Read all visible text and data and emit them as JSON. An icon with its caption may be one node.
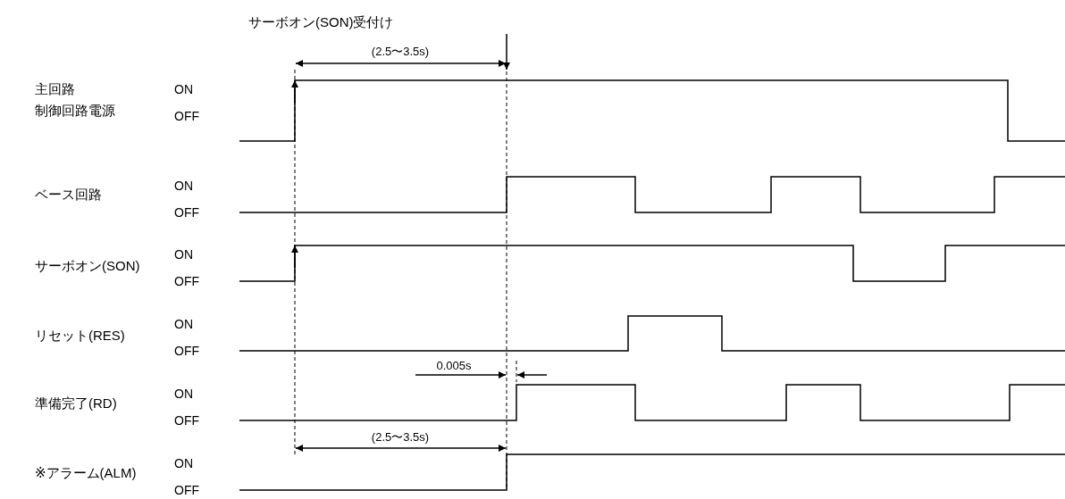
{
  "diagram": {
    "labels": [
      "サーボオン(SON)受付け",
      "(2.5〜3.5s)",
      "主回路",
      "ON",
      "制御回路電源",
      "OFF",
      "ベース回路",
      "ON",
      "OFF",
      "サーボオン(SON)",
      "ON",
      "OFF",
      "リセット(RES)",
      "ON",
      "OFF",
      "0.005s",
      "準備完了(RD)",
      "ON",
      "OFF",
      "(2.5〜3.5s)",
      "※アラーム(ALM)",
      "ON",
      "OFF"
    ]
  }
}
